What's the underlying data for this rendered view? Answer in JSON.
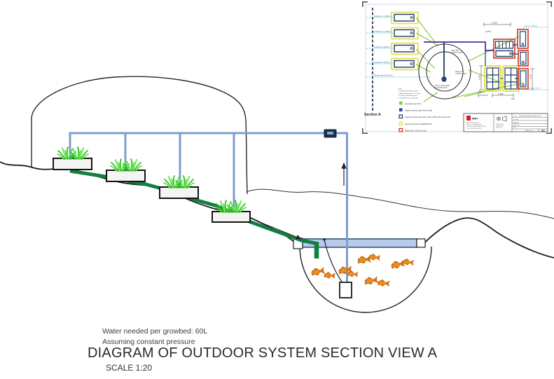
{
  "annotations": {
    "water_note": "Water needed per growbed: 60L",
    "pressure_note": "Assuming constant pressure",
    "title": "DIAGRAM OF OUTDOOR SYSTEM SECTION VIEW A",
    "scale": "SCALE 1:20"
  },
  "colors": {
    "pipe_blue": "#7f9dcd",
    "drain_green": "#108040",
    "water_fill": "#b8cbe8",
    "water_edge": "#1d3f71",
    "grass_green": "#3fd530",
    "fish_orange": "#ea8c1e",
    "inset_purple": "#4b2da0",
    "inset_green": "#86c440",
    "inset_navy": "#1f3864",
    "inset_yellow": "#e3df55",
    "inset_red": "#cc3322",
    "inset_cyan": "#45c6d6",
    "logo_red": "#d21f26"
  },
  "inset": {
    "section_label": "Section A",
    "growbed_labels": [
      "Growbed 1 +1,500mm",
      "Growbed 2 +1,200mm",
      "Growbed 3 +900mm",
      "Growbed 4 +600mm"
    ],
    "flex_label": "Flexible joint pipe 40mm",
    "pond_labels": {
      "outer_1": "Intake IBC",
      "outer_2": "2,000mm depth",
      "inner_1": "Water pump",
      "inner_2": "1,500mm depth",
      "pump_1": "Pump IC submersible",
      "pump_2": "pump 600W depth"
    },
    "dimensions": {
      "top": "1,200",
      "top_sub": "(1,977)",
      "left": "1,100",
      "bottom_left": "450",
      "bottom_mid": "1,000",
      "bottom_right": "620",
      "right": "1,750"
    },
    "elevations": [
      "Elevation +850mm",
      "Elevation ±0mm"
    ],
    "notes": [
      "Note:",
      "1. Growbed flow 60L per bed",
      "2. All pipework glued + UV rated",
      "3. Gravity fed drain to pond",
      "4. Growbed hose connection"
    ],
    "legend": [
      {
        "label": "Greywater pipe 40mm"
      },
      {
        "label": "Irrigation pressure pipe 25mm (fixed)"
      },
      {
        "label": "Irrigation pressure pipe 25mm valve (+400 L/D) with flexi tube"
      },
      {
        "label": "Flexi pipe growbed 100x200x300mm"
      },
      {
        "label": "Biofilter IBC 1,000L grow bed"
      }
    ],
    "title_block": {
      "logo": "RMIT",
      "org_lines": [
        "MELBOURNE DESIGN",
        "SCHOOL OF ENGINEERING",
        "OUTDOOR AQUAPONICS PROJECT",
        "DO NOT SCALE DRAWING"
      ],
      "proj_lines": [
        "THIRD ANGLE",
        "PROJECTION",
        "UNITS: mm"
      ],
      "row_labels": [
        "Drawn",
        "Checked",
        "Approved",
        "Scale 1:20",
        "Date"
      ],
      "drawing_title": "Fish pond irrigation outdoor system",
      "drawing_no": "DWG no. 01",
      "sheet": "A3"
    }
  }
}
